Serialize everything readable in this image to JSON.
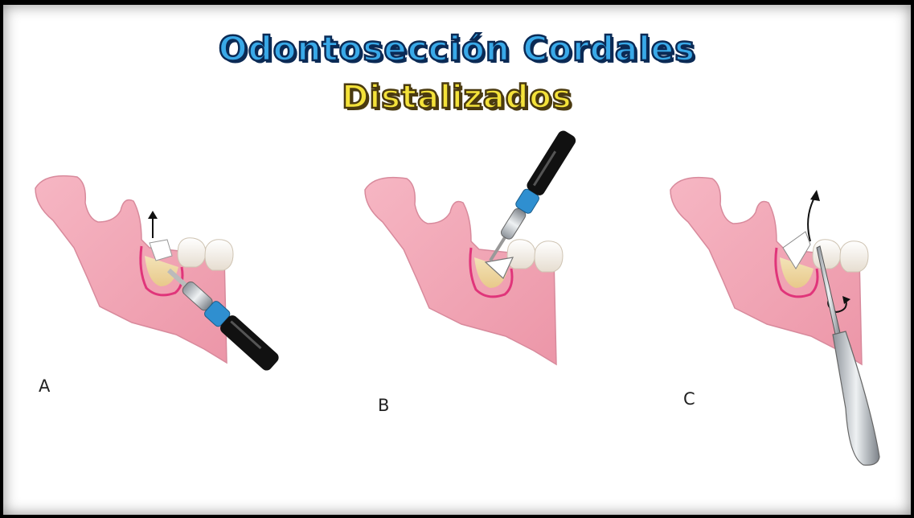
{
  "title": {
    "line1": "Odontosección Cordales",
    "line2": "Distalizados"
  },
  "panels": [
    {
      "label": "A"
    },
    {
      "label": "B"
    },
    {
      "label": "C"
    }
  ],
  "colors": {
    "title_line1": "#39a9e8",
    "title_line2": "#f4e23a",
    "jaw": "#f2a7b5",
    "gum_line": "#e0357a",
    "tooth": "#f7f2ea",
    "handpiece_band": "#2f8fd0"
  }
}
